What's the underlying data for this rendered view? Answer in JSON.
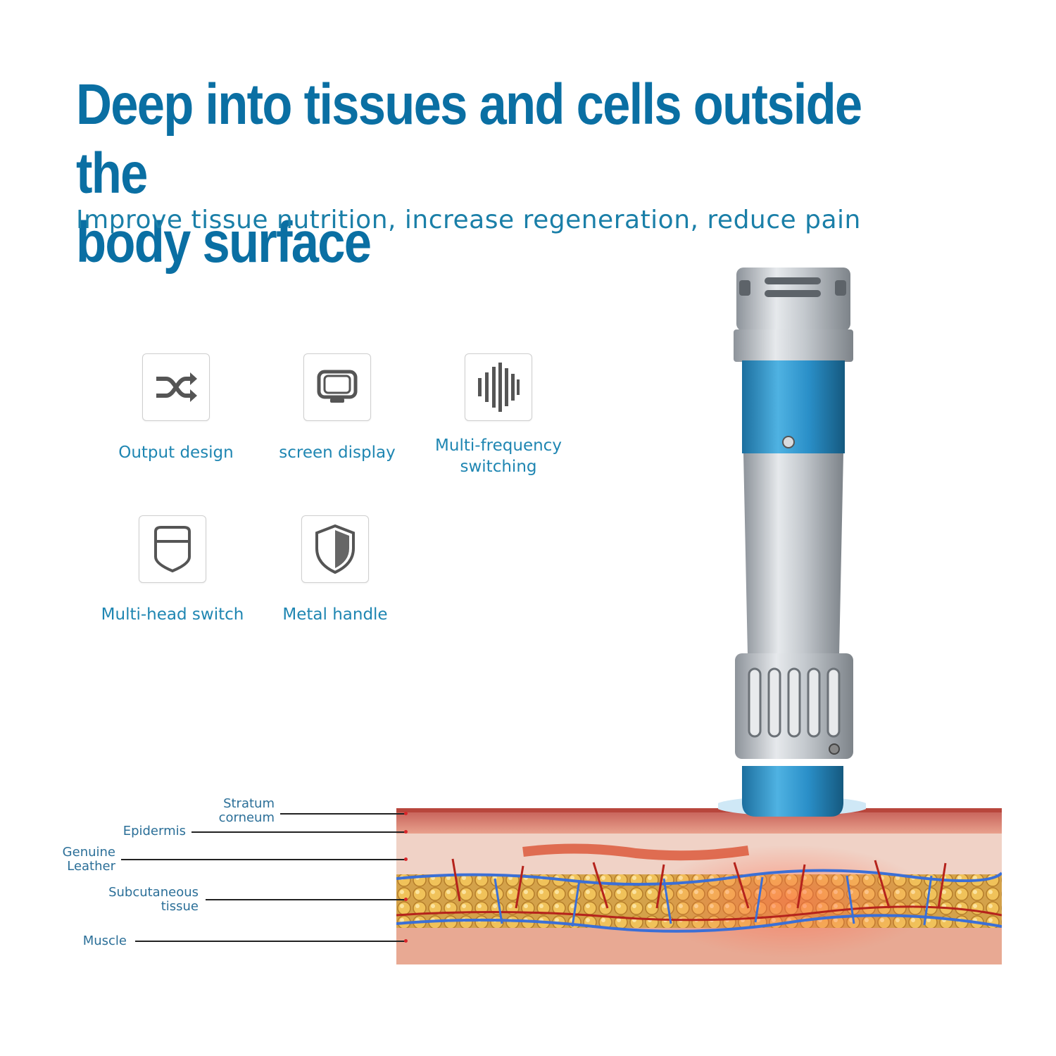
{
  "header": {
    "title_line1": "Deep into tissues and cells outside the",
    "title_line2": "body surface",
    "subtitle": "Improve tissue nutrition, increase regeneration, reduce pain"
  },
  "features": [
    {
      "label": "Output design",
      "icon": "shuffle-icon"
    },
    {
      "label": "screen display",
      "icon": "monitor-icon"
    },
    {
      "label_line1": "Multi-frequency",
      "label_line2": "switching",
      "icon": "sound-wave-icon"
    },
    {
      "label": "Multi-head switch",
      "icon": "shield-outline-icon"
    },
    {
      "label": "Metal handle",
      "icon": "half-shield-icon"
    }
  ],
  "skin_layers": [
    {
      "line1": "Stratum",
      "line2": "corneum"
    },
    {
      "line1": "Epidermis"
    },
    {
      "line1": "Genuine",
      "line2": "Leather"
    },
    {
      "line1": "Subcutaneous",
      "line2": "tissue"
    },
    {
      "line1": "Muscle"
    }
  ],
  "colors": {
    "title_blue": "#0a6fa3",
    "label_blue": "#1f86b2",
    "device_blue": "#2a8fc8",
    "device_silver": "#b9bec4"
  }
}
